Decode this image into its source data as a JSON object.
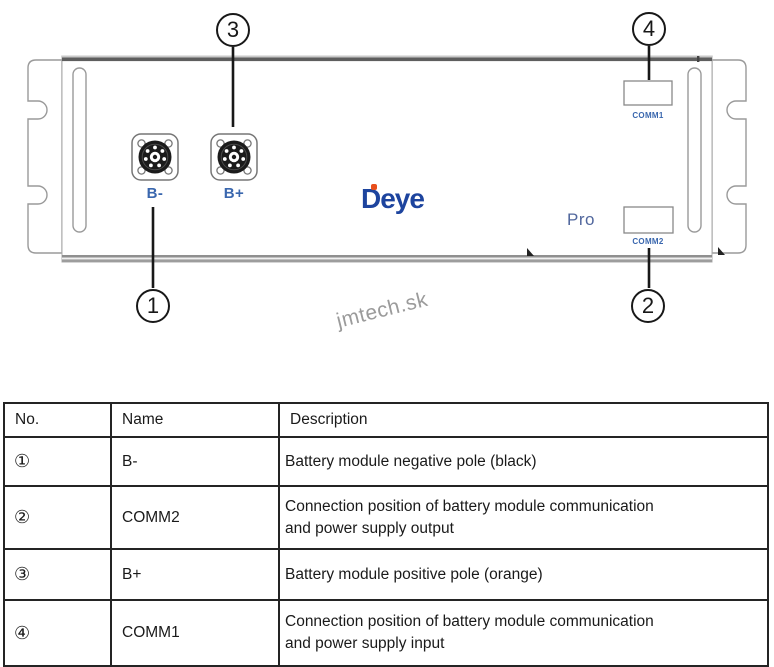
{
  "diagram": {
    "brand": {
      "logo_text": "Deye",
      "pro_label": "Pro"
    },
    "watermark": "jmtech.sk",
    "terminals": {
      "bneg_label": "B-",
      "bpos_label": "B+"
    },
    "ports": {
      "comm1_label": "COMM1",
      "comm2_label": "COMM2"
    },
    "callouts": [
      {
        "number": "1",
        "target": "B-"
      },
      {
        "number": "2",
        "target": "COMM2"
      },
      {
        "number": "3",
        "target": "B+"
      },
      {
        "number": "4",
        "target": "COMM1"
      }
    ],
    "colors": {
      "label_blue": "#3a67ae",
      "logo_blue": "#1d449e",
      "logo_orange": "#e84e1b",
      "watermark_gray": "#9b9b9b",
      "line_dark": "#181818",
      "panel_gray": "#9a9a9a"
    }
  },
  "table": {
    "headers": [
      "No.",
      "Name",
      "Description"
    ],
    "rows": [
      {
        "no": "①",
        "name": "B-",
        "description": "Battery module negative pole (black)"
      },
      {
        "no": "②",
        "name": "COMM2",
        "description": "Connection position of battery module communication and power supply output"
      },
      {
        "no": "③",
        "name": "B+",
        "description": "Battery module positive pole (orange)"
      },
      {
        "no": "④",
        "name": "COMM1",
        "description": "Connection position of battery module communication and power supply input"
      }
    ]
  }
}
